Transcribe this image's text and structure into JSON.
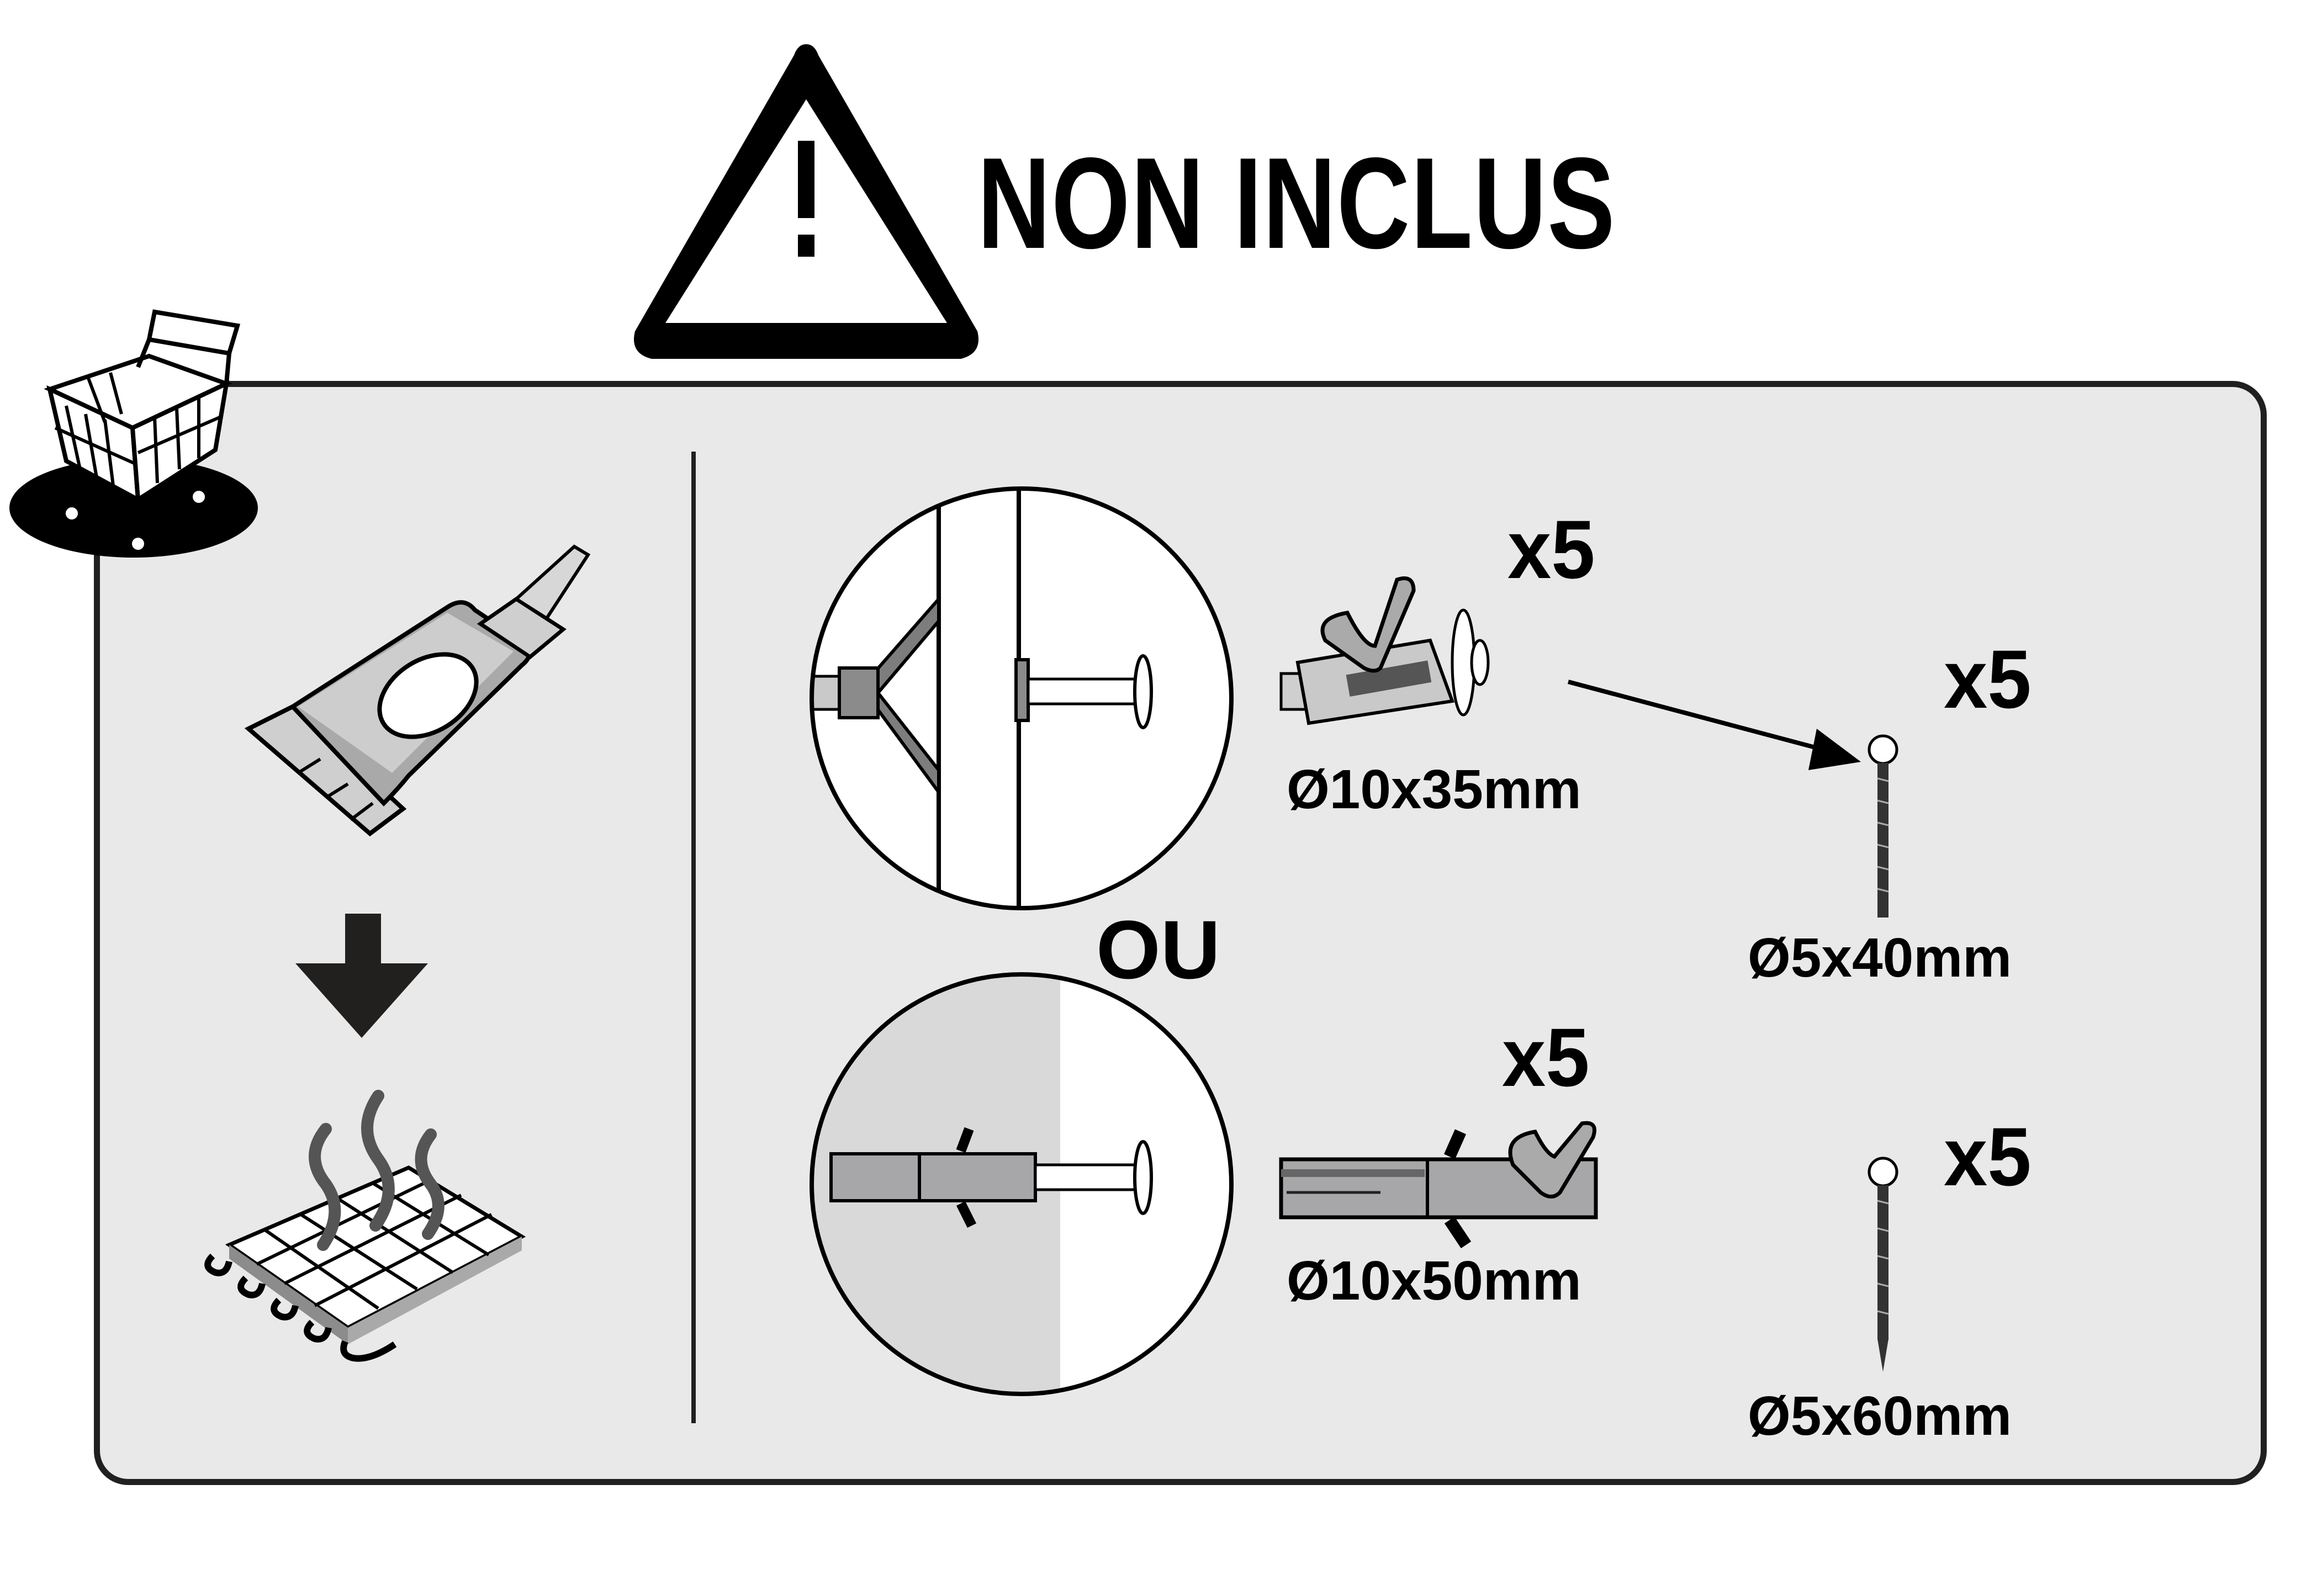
{
  "header": {
    "title": "NON INCLUS",
    "icon": "warning-triangle-icon"
  },
  "left_section": {
    "badge_icon": "shopping-cart-icon",
    "items": [
      {
        "icon": "glue-tube-icon"
      },
      {
        "icon": "arrow-down-icon"
      },
      {
        "icon": "heated-floor-icon"
      }
    ]
  },
  "right_section": {
    "separator_label": "OU",
    "options": [
      {
        "wall_type": "hollow-wall",
        "anchor": {
          "icon": "hollow-wall-anchor-icon",
          "quantity": "x5",
          "dimension": "Ø10x35mm"
        },
        "screw": {
          "icon": "screw-icon",
          "quantity": "x5",
          "dimension": "Ø5x40mm"
        }
      },
      {
        "wall_type": "solid-wall",
        "anchor": {
          "icon": "wall-plug-icon",
          "quantity": "x5",
          "dimension": "Ø10x50mm"
        },
        "screw": {
          "icon": "screw-icon",
          "quantity": "x5",
          "dimension": "Ø5x60mm"
        }
      }
    ]
  },
  "colors": {
    "panel_bg": "#e9e9e9",
    "border": "#221f1f",
    "ink": "#000000",
    "part_gray": "#a7a7a9"
  }
}
